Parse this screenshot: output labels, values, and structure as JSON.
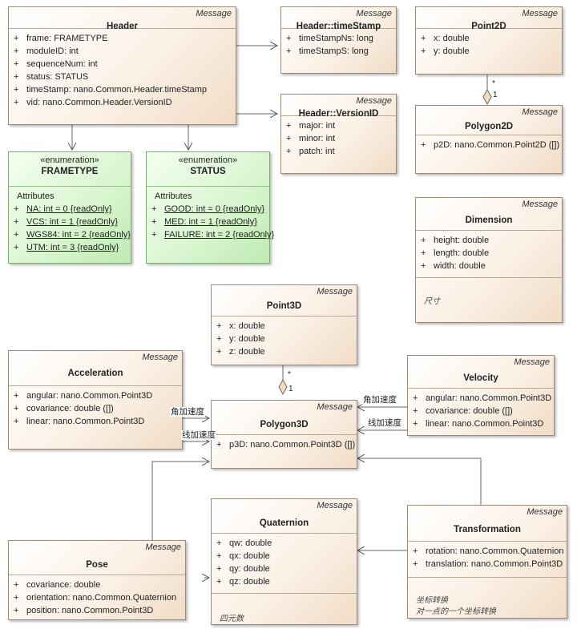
{
  "stereotype_message": "Message",
  "stereotype_enumeration": "«enumeration»",
  "attributes_label": "Attributes",
  "plus": "+",
  "header": {
    "title": "Header",
    "attrs": [
      "frame: FRAMETYPE",
      "moduleID: int",
      "sequenceNum: int",
      "status: STATUS",
      "timeStamp: nano.Common.Header.timeStamp",
      "vid: nano.Common.Header.VersionID"
    ]
  },
  "timestamp": {
    "title": "Header::timeStamp",
    "attrs": [
      "timeStampNs: long",
      "timeStampS: long"
    ]
  },
  "versionid": {
    "title": "Header::VersionID",
    "attrs": [
      "major: int",
      "minor: int",
      "patch: int"
    ]
  },
  "point2d": {
    "title": "Point2D",
    "attrs": [
      "x: double",
      "y: double"
    ]
  },
  "polygon2d": {
    "title": "Polygon2D",
    "attrs": [
      "p2D: nano.Common.Point2D ([])"
    ]
  },
  "frametype": {
    "title": "FRAMETYPE",
    "attrs": [
      "NA: int = 0 {readOnly}",
      "VCS: int = 1 {readOnly}",
      "WGS84: int = 2 {readOnly}",
      "UTM: int = 3 {readOnly}"
    ]
  },
  "status": {
    "title": "STATUS",
    "attrs": [
      "GOOD: int = 0 {readOnly}",
      "MED: int = 1 {readOnly}",
      "FAILURE: int = 2 {readOnly}"
    ]
  },
  "dimension": {
    "title": "Dimension",
    "attrs": [
      "height: double",
      "length: double",
      "width: double"
    ],
    "note": "尺寸"
  },
  "point3d": {
    "title": "Point3D",
    "attrs": [
      "x: double",
      "y: double",
      "z: double"
    ]
  },
  "acceleration": {
    "title": "Acceleration",
    "attrs": [
      "angular: nano.Common.Point3D",
      "covariance: double ([])",
      "linear: nano.Common.Point3D"
    ]
  },
  "velocity": {
    "title": "Velocity",
    "attrs": [
      "angular: nano.Common.Point3D",
      "covariance: double ([])",
      "linear: nano.Common.Point3D"
    ]
  },
  "polygon3d": {
    "title": "Polygon3D",
    "attrs": [
      "p3D: nano.Common.Point3D ([])"
    ]
  },
  "quaternion": {
    "title": "Quaternion",
    "attrs": [
      "qw: double",
      "qx: double",
      "qy: double",
      "qz: double"
    ],
    "note": "四元数"
  },
  "transformation": {
    "title": "Transformation",
    "attrs": [
      "rotation: nano.Common.Quaternion",
      "translation: nano.Common.Point3D"
    ],
    "note1": "坐标转换",
    "note2": "对一点的一个坐标转换"
  },
  "pose": {
    "title": "Pose",
    "attrs": [
      "covariance: double",
      "orientation: nano.Common.Quaternion",
      "position: nano.Common.Point3D"
    ]
  },
  "edges": {
    "angular_accel_left": "角加速度",
    "linear_accel_left": "线加速度",
    "angular_accel_right": "角加速度",
    "linear_accel_right": "线加速度",
    "mult_many": "*",
    "mult_one": "1"
  }
}
